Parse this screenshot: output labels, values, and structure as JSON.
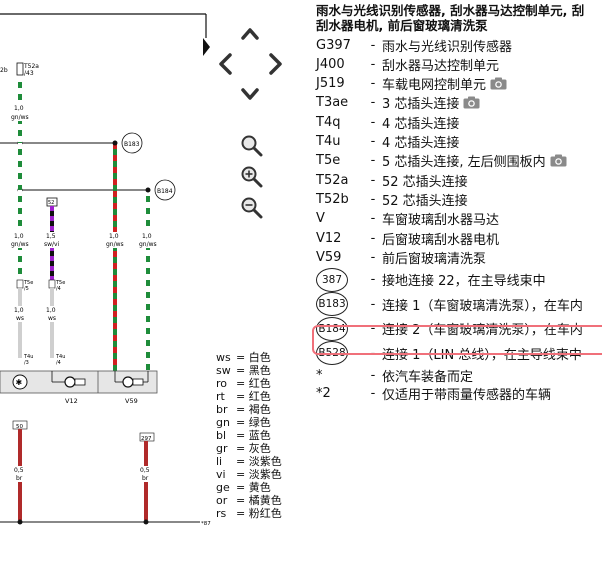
{
  "legend": {
    "title_line1": "雨水与光线识别传感器, 刮水器马达控制单元, 刮",
    "title_line2": "刮水器电机, 前后窗玻璃清洗泵",
    "dash": "-",
    "items": [
      {
        "code": "G397",
        "desc": "雨水与光线识别传感器",
        "camera": false
      },
      {
        "code": "J400",
        "desc": "刮水器马达控制单元",
        "camera": false
      },
      {
        "code": "J519",
        "desc": "车载电网控制单元",
        "camera": true
      },
      {
        "code": "T3ae",
        "desc": "3 芯插头连接",
        "camera": true
      },
      {
        "code": "T4q",
        "desc": "4 芯插头连接",
        "camera": false
      },
      {
        "code": "T4u",
        "desc": "4 芯插头连接",
        "camera": false
      },
      {
        "code": "T5e",
        "desc": "5 芯插头连接, 左后侧围板内",
        "camera": true
      },
      {
        "code": "T52a",
        "desc": "52 芯插头连接",
        "camera": false
      },
      {
        "code": "T52b",
        "desc": "52 芯插头连接",
        "camera": false
      },
      {
        "code": "V",
        "desc": "车窗玻璃刮水器马达",
        "camera": false
      },
      {
        "code": "V12",
        "desc": "后窗玻璃刮水器电机",
        "camera": false
      },
      {
        "code": "V59",
        "desc": "前后窗玻璃清洗泵",
        "camera": false
      }
    ],
    "circled": [
      {
        "code": "387",
        "desc": "接地连接 22，在主导线束中"
      },
      {
        "code": "B183",
        "desc": "连接 1（车窗玻璃清洗泵），在车内"
      },
      {
        "code": "B184",
        "desc": "连接 2（车窗玻璃清洗泵），在车内"
      },
      {
        "code": "B528",
        "desc": "连接 1（LIN 总线），在主导线束中"
      }
    ],
    "notes": [
      {
        "code": "*",
        "desc": "依汽车装备而定"
      },
      {
        "code": "*2",
        "desc": "仅适用于带雨量传感器的车辆"
      }
    ]
  },
  "colour_key": [
    {
      "abbr": "ws",
      "name": "白色"
    },
    {
      "abbr": "sw",
      "name": "黑色"
    },
    {
      "abbr": "ro",
      "name": "红色"
    },
    {
      "abbr": "rt",
      "name": "红色"
    },
    {
      "abbr": "br",
      "name": "褐色"
    },
    {
      "abbr": "gn",
      "name": "绿色"
    },
    {
      "abbr": "bl",
      "name": "蓝色"
    },
    {
      "abbr": "gr",
      "name": "灰色"
    },
    {
      "abbr": "li",
      "name": "淡紫色"
    },
    {
      "abbr": "vi",
      "name": "淡紫色"
    },
    {
      "abbr": "ge",
      "name": "黄色"
    },
    {
      "abbr": "or",
      "name": "橘黄色"
    },
    {
      "abbr": "rs",
      "name": "粉红色"
    }
  ],
  "diagram": {
    "connector_t52a": "T52a",
    "connector_t52a_pin": "/43",
    "pin_2b": "2b",
    "wire_gnws": "gn/ws",
    "size_1_0": "1,0",
    "size_1_5": "1,5",
    "size_0_5": "0,5",
    "wire_swvi": "sw/vi",
    "wire_ws": "ws",
    "wire_br": "br",
    "node_b183": "B183",
    "node_b184": "B184",
    "pin_52": "52",
    "t5e": "T5e",
    "t5e_pin5": "/5",
    "t5e_pin4": "/4",
    "t4u": "T4u",
    "t4u_pin3": "/3",
    "t4u_pin4": "/4",
    "motor_v12": "V12",
    "motor_v59": "V59",
    "fuse_50": "50",
    "fuse_297": "297",
    "ref_87": "87"
  },
  "nav": {
    "up": "pan-up",
    "down": "pan-down",
    "left": "pan-left",
    "right": "pan-right",
    "zoom_fit": "zoom-fit",
    "zoom_in": "zoom-in",
    "zoom_out": "zoom-out"
  }
}
